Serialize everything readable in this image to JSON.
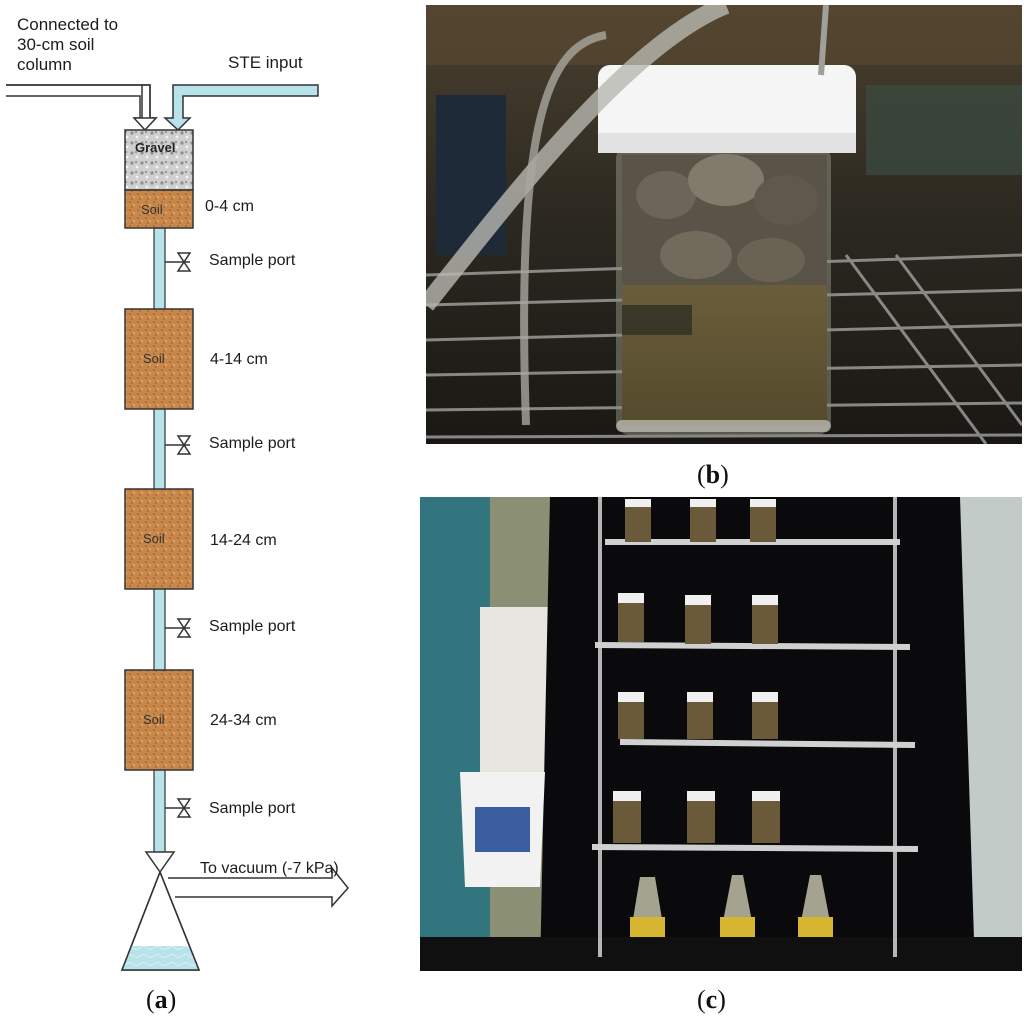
{
  "panel_a": {
    "connected_label_line1": "Connected to",
    "connected_label_line2": "30-cm soil",
    "connected_label_line3": "column",
    "ste_input_label": "STE input",
    "gravel_label": "Gravel",
    "soil_label": "Soil",
    "segments": [
      {
        "depth": "0-4 cm"
      },
      {
        "depth": "4-14 cm"
      },
      {
        "depth": "14-24 cm"
      },
      {
        "depth": "24-34 cm"
      }
    ],
    "sample_port_label": "Sample port",
    "vacuum_label": "To vacuum (-7 kPa)",
    "caption": "a"
  },
  "panel_b": {
    "caption": "b",
    "image": "photo-single-soil-column-with-gravel-and-tubing"
  },
  "panel_c": {
    "caption": "c",
    "image": "photo-wire-rack-with-multiple-soil-columns-and-flasks"
  },
  "colors": {
    "soil": "#c8874a",
    "gravel": "#c4c4c4",
    "water": "#b9e3ea",
    "outline": "#333333"
  }
}
